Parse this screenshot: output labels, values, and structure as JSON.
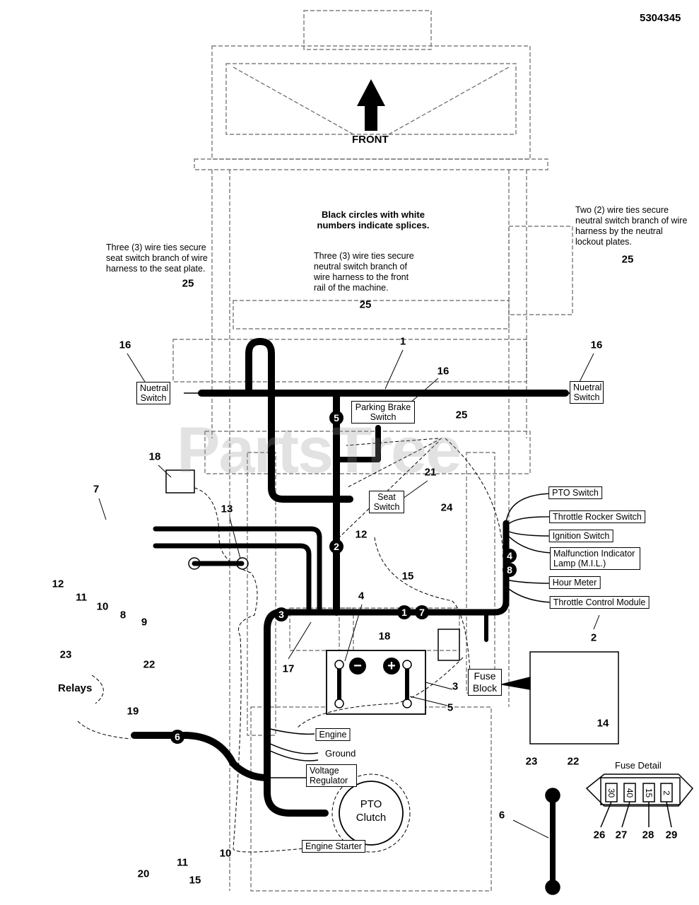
{
  "part_number": "5304345",
  "front_label": "FRONT",
  "watermark": "PartsTree",
  "notes": {
    "splices": "Black circles with white numbers indicate splices.",
    "seat_ties": "Three (3) wire ties secure seat switch branch of wire harness to the seat plate.",
    "front_ties": "Three (3) wire ties secure neutral switch branch of wire harness to the front rail of the machine.",
    "lockout_ties": "Two (2) wire ties secure neutral switch branch of wire harness by the neutral lockout plates."
  },
  "components": {
    "neutral_switch_left": "Nuetral Switch",
    "neutral_switch_right": "Nuetral Switch",
    "parking_brake_switch": "Parking Brake Switch",
    "seat_switch": "Seat Switch",
    "pto_switch": "PTO Switch",
    "throttle_rocker_switch": "Throttle Rocker Switch",
    "ignition_switch": "Ignition Switch",
    "mil": "Malfunction Indicator Lamp (M.I.L.)",
    "hour_meter": "Hour Meter",
    "throttle_control_module": "Throttle Control Module",
    "fuse_block": "Fuse Block",
    "engine": "Engine",
    "ground": "Ground",
    "voltage_regulator": "Voltage Regulator",
    "engine_starter": "Engine Starter",
    "pto_clutch": "PTO Clutch",
    "relays": "Relays"
  },
  "fuse_detail": {
    "title": "Fuse Detail",
    "fuses": [
      "30",
      "40",
      "15",
      "2"
    ],
    "callouts": [
      "26",
      "27",
      "28",
      "29"
    ]
  },
  "splices": [
    "5",
    "2",
    "3",
    "1",
    "7",
    "4",
    "8",
    "6"
  ],
  "callouts": [
    "1",
    "16",
    "16",
    "16",
    "25",
    "25",
    "25",
    "25",
    "18",
    "18",
    "7",
    "13",
    "21",
    "24",
    "12",
    "12",
    "11",
    "11",
    "10",
    "10",
    "8",
    "9",
    "15",
    "15",
    "4",
    "17",
    "3",
    "5",
    "2",
    "23",
    "23",
    "22",
    "22",
    "19",
    "14",
    "6",
    "20"
  ],
  "colors": {
    "wire": "#000000",
    "frame": "#666666",
    "watermark": "#969696"
  }
}
